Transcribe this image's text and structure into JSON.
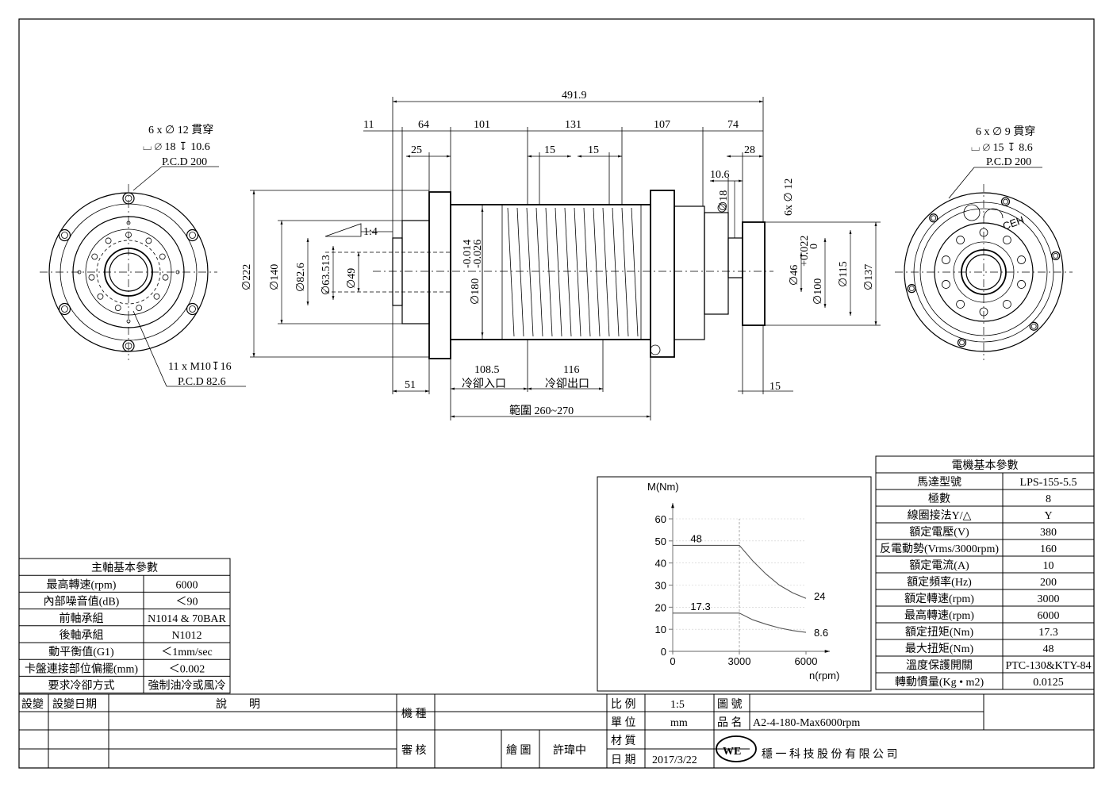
{
  "dims": {
    "overall": "491.9",
    "d11": "11",
    "d64": "64",
    "d101": "101",
    "d131": "131",
    "d107": "107",
    "d74": "74",
    "d25": "25",
    "d15a": "15",
    "d15b": "15",
    "d28": "28",
    "d10_6": "10.6",
    "d51": "51",
    "d108_5": "108.5",
    "d116": "116",
    "d15c": "15",
    "cool_in": "冷卻入口",
    "cool_out": "冷卻出口",
    "range": "範圍 260~270",
    "dia222": "∅222",
    "dia140": "∅140",
    "dia82_6": "∅82.6",
    "dia63_513": "∅63.513",
    "dia49": "∅49",
    "dia180": "∅180",
    "tol180a": "-0.014",
    "tol180b": "-0.026",
    "dia18": "∅18",
    "hole6x12": "6x ∅ 12",
    "dia46": "∅46",
    "tol46a": "+0.022",
    "tol46b": "0",
    "dia100": "∅100",
    "dia115": "∅115",
    "dia137": "∅137",
    "taper": "1:4"
  },
  "notes": {
    "left_l1": "6 x ∅ 12 貫穿",
    "left_l2": "⌴ ∅ 18 ↧ 10.6",
    "left_l3": "P.C.D 200",
    "left_b1": "11 x M10↧16",
    "left_b2": "P.C.D 82.6",
    "right_l1": "6 x ∅ 9 貫穿",
    "right_l2": "⌴ ∅ 15 ↧ 8.6",
    "right_l3": "P.C.D 200"
  },
  "spindle_table": {
    "title": "主軸基本參數",
    "rows": [
      [
        "最高轉速(rpm)",
        "6000"
      ],
      [
        "內部噪音值(dB)",
        "＜90"
      ],
      [
        "前軸承組",
        "N1014 & 70BAR"
      ],
      [
        "後軸承組",
        "N1012"
      ],
      [
        "動平衡值(G1)",
        "＜1mm/sec"
      ],
      [
        "卡盤連接部位偏擺(mm)",
        "＜0.002"
      ],
      [
        "要求冷卻方式",
        "強制油冷或風冷"
      ]
    ]
  },
  "motor_table": {
    "title": "電機基本參數",
    "rows": [
      [
        "馬達型號",
        "LPS-155-5.5"
      ],
      [
        "極數",
        "8"
      ],
      [
        "線圈接法Y/△",
        "Y"
      ],
      [
        "額定電壓(V)",
        "380"
      ],
      [
        "反電動勢(Vrms/3000rpm)",
        "160"
      ],
      [
        "額定電流(A)",
        "10"
      ],
      [
        "額定頻率(Hz)",
        "200"
      ],
      [
        "額定轉速(rpm)",
        "3000"
      ],
      [
        "最高轉速(rpm)",
        "6000"
      ],
      [
        "額定扭矩(Nm)",
        "17.3"
      ],
      [
        "最大扭矩(Nm)",
        "48"
      ],
      [
        "溫度保護開關",
        "PTC-130&KTY-84"
      ],
      [
        "轉動慣量(Kg • m2)",
        "0.0125"
      ]
    ]
  },
  "chart_data": {
    "type": "line",
    "ylabel": "M(Nm)",
    "xlabel": "n(rpm)",
    "xlim": [
      0,
      6000
    ],
    "ylim": [
      0,
      60
    ],
    "x_ticks": [
      "0",
      "3000",
      "6000"
    ],
    "y_ticks": [
      "0",
      "10",
      "20",
      "30",
      "40",
      "50",
      "60"
    ],
    "series": [
      {
        "points": [
          [
            0,
            48
          ],
          [
            3000,
            48
          ],
          [
            3600,
            41
          ],
          [
            4200,
            35
          ],
          [
            4800,
            30
          ],
          [
            5400,
            26.5
          ],
          [
            6000,
            24
          ]
        ]
      },
      {
        "points": [
          [
            0,
            17.3
          ],
          [
            3000,
            17.3
          ],
          [
            3600,
            14.3
          ],
          [
            4200,
            12.3
          ],
          [
            4800,
            10.6
          ],
          [
            5400,
            9.4
          ],
          [
            6000,
            8.6
          ]
        ]
      }
    ],
    "annotations": [
      "48",
      "17.3",
      "24",
      "8.6"
    ]
  },
  "title_block": {
    "h_change": "設變",
    "h_date": "設變日期",
    "h_desc": "說　　明",
    "machine_label": "機 種",
    "review_label": "審 核",
    "draw_label": "繪 圖",
    "drawer": "許瑋中",
    "scale_label": "比 例",
    "scale": "1:5",
    "unit_label": "單 位",
    "unit": "mm",
    "material_label": "材 質",
    "date_label": "日 期",
    "date": "2017/3/22",
    "dwg_no_label": "圖 號",
    "part_label": "品 名",
    "part_name": "A2-4-180-Max6000rpm",
    "logo": "WE",
    "company": "穩 一 科 技 股 份 有 限 公 司"
  }
}
